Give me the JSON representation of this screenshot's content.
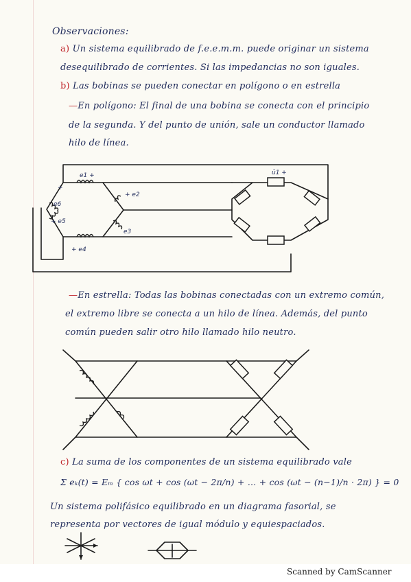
{
  "document": {
    "title": "Observaciones:",
    "item_a_marker": "a)",
    "item_a_line1": "Un sistema equilibrado de f.e.e.m.m. puede originar un sistema",
    "item_a_line2": "desequilibrado de corrientes. Si las impedancias no son iguales.",
    "item_b_marker": "b)",
    "item_b_line1": "Las bobinas se pueden conectar en polígono o en estrella",
    "poligono_dash": "—",
    "poligono_line1": "En polígono: El final de una bobina se conecta con el principio",
    "poligono_line2": "de la segunda. Y del punto de unión, sale un conductor llamado",
    "poligono_line3": "hilo de línea.",
    "estrella_dash": "—",
    "estrella_line1": "En estrella: Todas las bobinas conectadas con un extremo común,",
    "estrella_line2": "el extremo libre se conecta a un hilo de línea. Además, del punto",
    "estrella_line3": "común pueden salir otro hilo llamado hilo neutro.",
    "item_c_marker": "c)",
    "item_c_line1": "La suma de los componentes de un sistema equilibrado vale",
    "formula": "Σ eₖ(t) = Eₘ { cos ωt + cos (ωt − 2π/n) + … + cos (ωt − (n−1)/n · 2π) } = 0",
    "item_c_line2": "Un sistema polifásico equilibrado en un diagrama fasorial, se",
    "item_c_line3": "representa por vectores de igual módulo y equiespaciados."
  },
  "diagram_polygon": {
    "labels": [
      "e1 +",
      "+ e2",
      "e3",
      "+ e4",
      "+ e5",
      "e6",
      "+",
      "ū1 +"
    ]
  },
  "footer": {
    "text": "Scanned by CamScanner"
  }
}
